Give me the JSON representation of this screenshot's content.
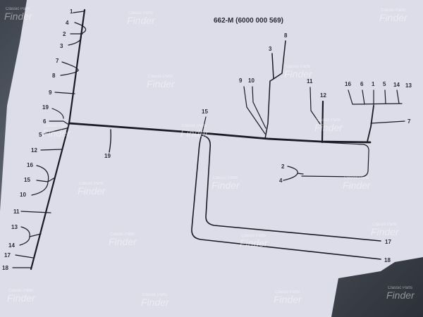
{
  "title": "662-M (6000 000 569)",
  "watermark": {
    "brand": "Classic Parts",
    "name": "Finder"
  },
  "labels": {
    "left_1": "1",
    "left_4": "4",
    "left_2": "2",
    "left_3": "3",
    "left_7": "7",
    "left_8": "8",
    "left_9": "9",
    "left_19": "19",
    "left_6": "6",
    "left_5": "5",
    "left_12": "12",
    "left_16": "16",
    "left_15": "15",
    "left_10": "10",
    "left_11": "11",
    "left_13": "13",
    "left_14": "14",
    "left_17": "17",
    "left_18": "18",
    "main_19": "19",
    "mid_15": "15",
    "top_3": "3",
    "top_8": "8",
    "top_9": "9",
    "top_10": "10",
    "top_11": "11",
    "top_12": "12",
    "right_16": "16",
    "right_6": "6",
    "right_1": "1",
    "right_5": "5",
    "right_14": "14",
    "right_13": "13",
    "right_7": "7",
    "loop_2": "2",
    "loop_4": "4",
    "bottom_17": "17",
    "bottom_18": "18"
  }
}
